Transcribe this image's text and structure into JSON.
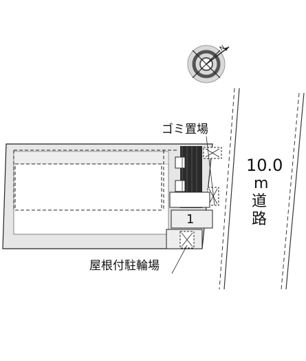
{
  "compass": {
    "north_mark": "N",
    "icon": "compass-icon"
  },
  "road": {
    "width_value": "10.0",
    "unit": "m",
    "label_chars": [
      "道",
      "路"
    ]
  },
  "labels": {
    "garbage_area": "ゴミ置場",
    "bicycle_parking": "屋根付駐輪場"
  },
  "parking": {
    "spaces": [
      {
        "number": "1"
      }
    ]
  },
  "colors": {
    "building_fill": "#e6e6e6",
    "outline": "#222222",
    "stairs": "#2b2b2b"
  }
}
